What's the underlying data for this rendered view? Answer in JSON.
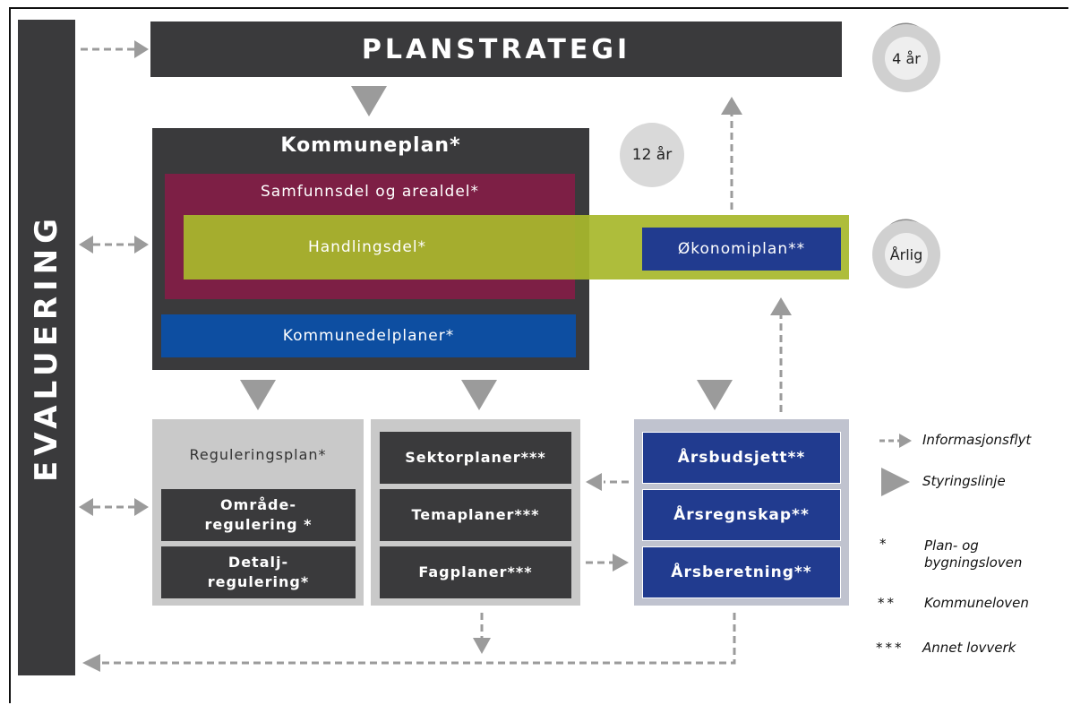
{
  "evaluation_label": "EVALUERING",
  "planstrategi_label": "PLANSTRATEGI",
  "kommuneplan": {
    "title": "Kommuneplan*",
    "samfunnsdel": "Samfunnsdel og arealdel*",
    "handlingsdel": "Handlingsdel*",
    "okonomiplan": "Økonomiplan**",
    "kommunedelplaner": "Kommunedelplaner*"
  },
  "cycles": {
    "twelve_years": "12 år",
    "four_years": "4 år",
    "annual": "Årlig"
  },
  "regulering": {
    "title": "Reguleringsplan*",
    "omrade": [
      "Område-",
      "regulering *"
    ],
    "detalj": [
      "Detalj-",
      "regulering*"
    ]
  },
  "sektor": {
    "sektorplaner": "Sektorplaner***",
    "temaplaner": "Temaplaner***",
    "fagplaner": "Fagplaner***"
  },
  "ars": {
    "budsjett": "Årsbudsjett**",
    "regnskap": "Årsregnskap**",
    "beretning": "Årsberetning**"
  },
  "legend": {
    "info_flow": "Informasjonsflyt",
    "steering": "Styringslinje",
    "star1_symbol": "*",
    "star1_text": [
      "Plan- og",
      "bygningsloven"
    ],
    "star2_symbol": "**",
    "star2_text": "Kommuneloven",
    "star3_symbol": "***",
    "star3_text": "Annet lovverk"
  },
  "colors": {
    "dark": "#3a3a3c",
    "maroon": "#7d1f45",
    "lime": "#a8b82c",
    "navy": "#213b8f",
    "blue": "#0d4ea1",
    "gray": "#c9c9c9",
    "arrow": "#9b9b9b"
  }
}
